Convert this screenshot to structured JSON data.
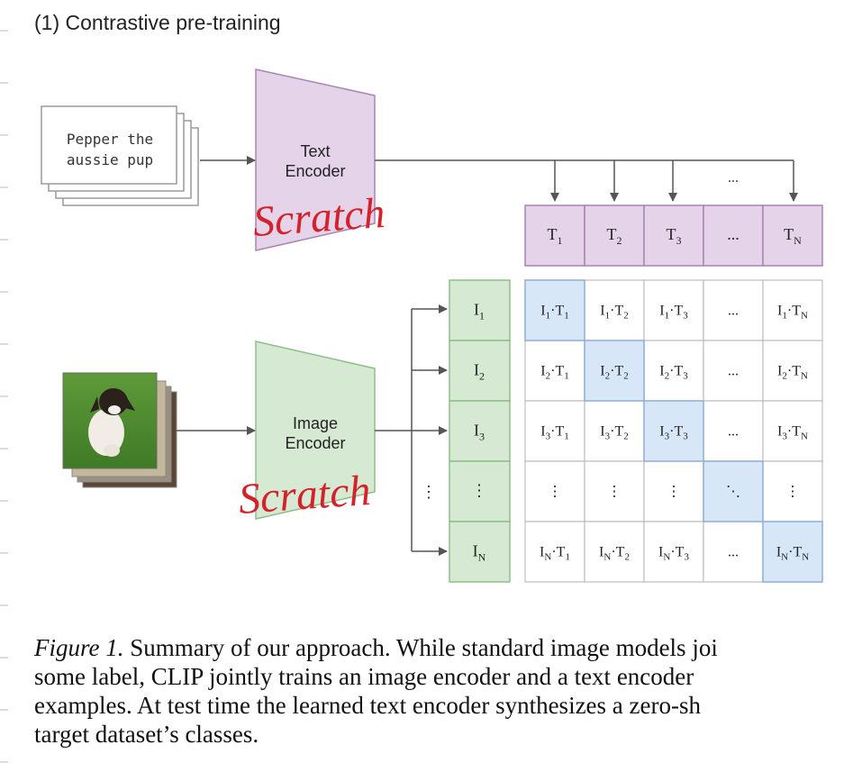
{
  "section_title": "(1) Contrastive pre-training",
  "text_input": {
    "line1": "Pepper the",
    "line2": "aussie pup"
  },
  "text_encoder": {
    "line1": "Text",
    "line2": "Encoder"
  },
  "image_encoder": {
    "line1": "Image",
    "line2": "Encoder"
  },
  "annotations": {
    "text_scratch": "Scratch",
    "image_scratch": "Scratch"
  },
  "text_embeddings": [
    {
      "base": "T",
      "sub": "1"
    },
    {
      "base": "T",
      "sub": "2"
    },
    {
      "base": "T",
      "sub": "3"
    },
    {
      "base": "...",
      "sub": ""
    },
    {
      "base": "T",
      "sub": "N"
    }
  ],
  "text_ellipsis_above": "...",
  "image_embeddings": [
    {
      "base": "I",
      "sub": "1"
    },
    {
      "base": "I",
      "sub": "2"
    },
    {
      "base": "I",
      "sub": "3"
    },
    {
      "base": "⋮",
      "sub": ""
    },
    {
      "base": "I",
      "sub": "N"
    }
  ],
  "image_ellipsis_left": "⋮",
  "matrix": [
    [
      {
        "i": "1",
        "t": "1"
      },
      {
        "i": "1",
        "t": "2"
      },
      {
        "i": "1",
        "t": "3"
      },
      {
        "text": "..."
      },
      {
        "i": "1",
        "t": "N"
      }
    ],
    [
      {
        "i": "2",
        "t": "1"
      },
      {
        "i": "2",
        "t": "2"
      },
      {
        "i": "2",
        "t": "3"
      },
      {
        "text": "..."
      },
      {
        "i": "2",
        "t": "N"
      }
    ],
    [
      {
        "i": "3",
        "t": "1"
      },
      {
        "i": "3",
        "t": "2"
      },
      {
        "i": "3",
        "t": "3"
      },
      {
        "text": "..."
      },
      {
        "i": "3",
        "t": "N"
      }
    ],
    [
      {
        "text": "⋮"
      },
      {
        "text": "⋮"
      },
      {
        "text": "⋮"
      },
      {
        "text": "⋱"
      },
      {
        "text": "⋮"
      }
    ],
    [
      {
        "i": "N",
        "t": "1"
      },
      {
        "i": "N",
        "t": "2"
      },
      {
        "i": "N",
        "t": "3"
      },
      {
        "text": "..."
      },
      {
        "i": "N",
        "t": "N"
      }
    ]
  ],
  "colors": {
    "text_encoder_fill": "#e4d3e9",
    "text_encoder_stroke": "#a985b4",
    "image_encoder_fill": "#d6e9d3",
    "image_encoder_stroke": "#8fbf89",
    "diagonal_fill": "#d8e7f8",
    "diagonal_stroke": "#8fb0d8",
    "scratch_ink": "#d4212a",
    "arrow": "#555555"
  },
  "caption": {
    "fig_label": "Figure 1.",
    "line1_rest": " Summary of our approach. While standard image models joi",
    "line2": "some label, CLIP jointly trains an image encoder and a text encoder",
    "line3": "examples. At test time the learned text encoder synthesizes a zero-sh",
    "line4": "target dataset’s classes."
  }
}
